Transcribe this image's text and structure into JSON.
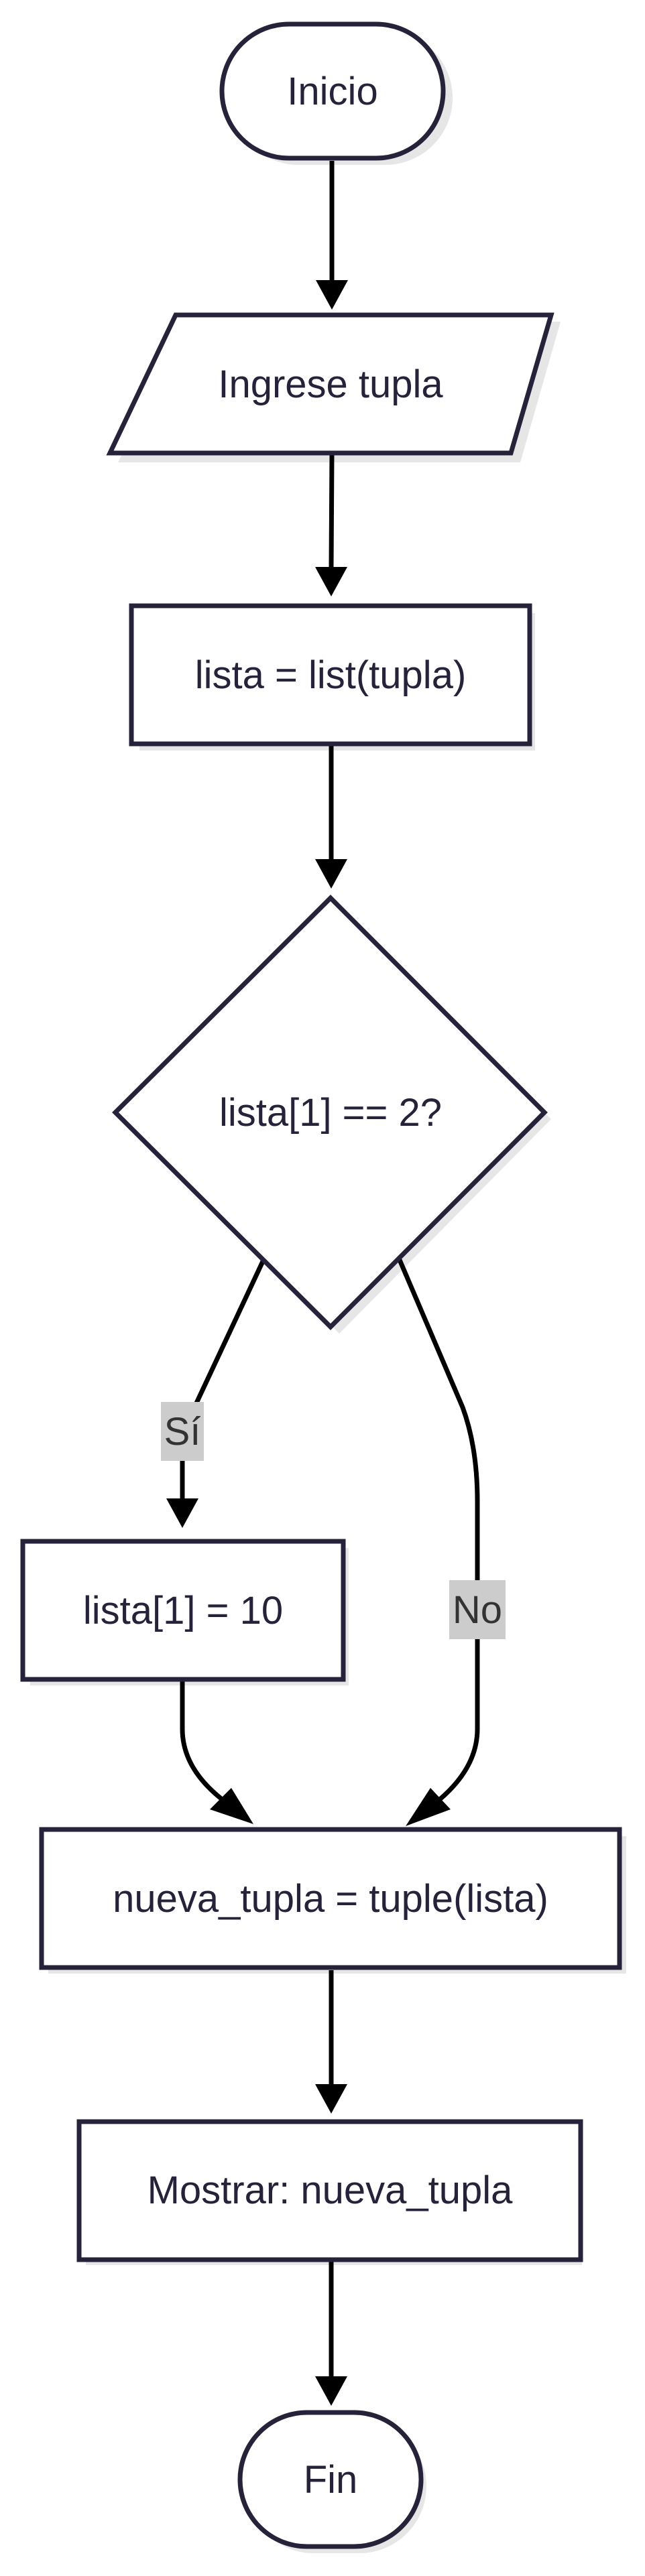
{
  "nodes": {
    "start": "Inicio",
    "input": "Ingrese tupla",
    "assign_list": "lista = list(tupla)",
    "decision": "lista[1] == 2?",
    "assign_value": "lista[1] = 10",
    "to_tuple": "nueva_tupla = tuple(lista)",
    "output": "Mostrar: nueva_tupla",
    "end": "Fin"
  },
  "edges": {
    "yes_label": "Sí",
    "no_label": "No"
  },
  "colors": {
    "stroke": "#25223a",
    "label_background": "#cccccc",
    "arrow": "#000000"
  }
}
